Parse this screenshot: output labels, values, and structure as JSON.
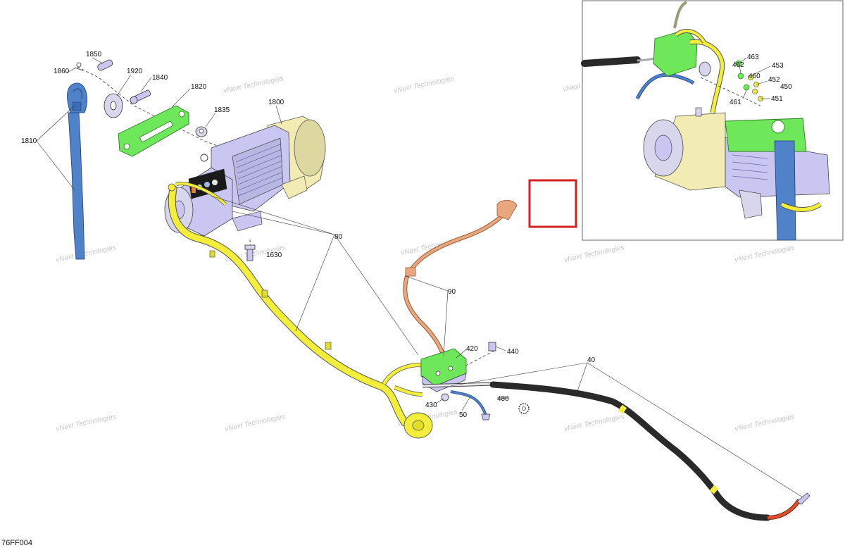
{
  "figure_code": "76FF004",
  "watermark_text": "vNext Technologies",
  "colors": {
    "yellow_harness": "#f3ee3a",
    "blue_strap": "#4f82c9",
    "green_parts": "#6ee85a",
    "lavender_winch": "#c9c6f2",
    "cream_winch": "#f2ecb4",
    "copper_wire": "#e8a77f",
    "black_cable": "#2a2a2a",
    "red_box": "#d42020",
    "orange_tip": "#d9532a"
  },
  "callouts": {
    "c40": "40",
    "c50": "50",
    "c80": "80",
    "c90": "90",
    "c420": "420",
    "c430": "430",
    "c440": "440",
    "c480": "480",
    "c1630": "1630",
    "c1800": "1800",
    "c1810": "1810",
    "c1820": "1820",
    "c1835": "1835",
    "c1840": "1840",
    "c1850": "1850",
    "c1860": "1860",
    "c1920": "1920"
  },
  "inset_callouts": {
    "c451": "451",
    "c450": "450",
    "c452": "452",
    "c453": "453",
    "c460": "460",
    "c461": "461",
    "c462": "462",
    "c463": "463"
  }
}
